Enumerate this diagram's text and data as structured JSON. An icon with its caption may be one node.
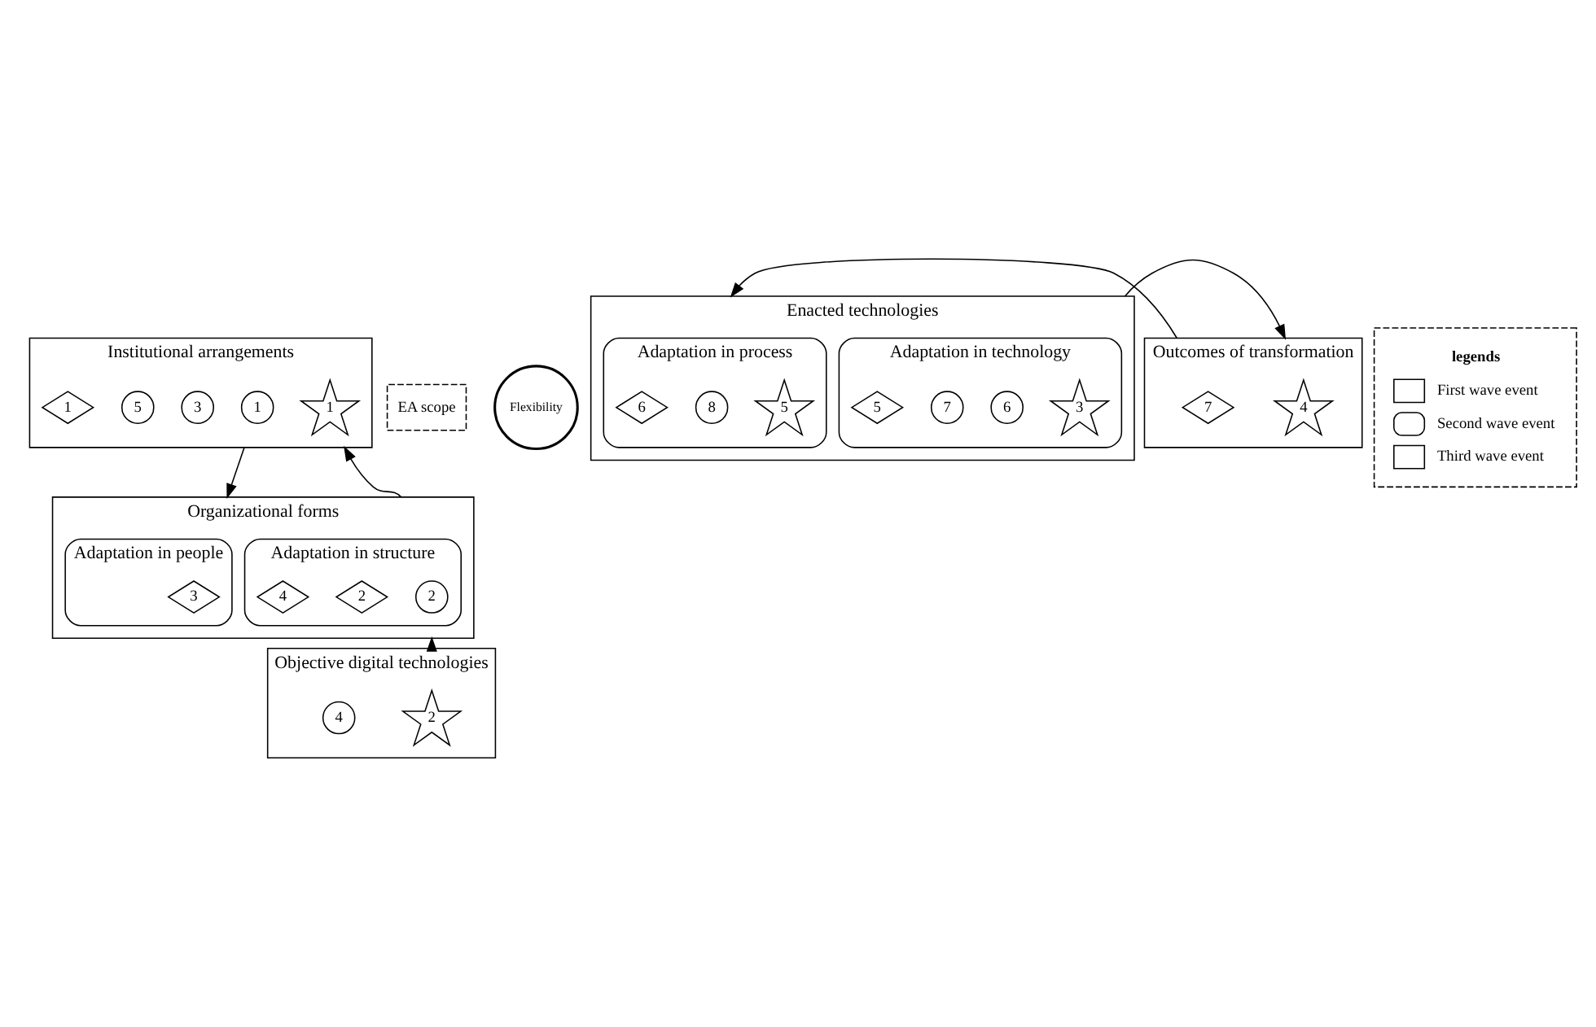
{
  "diagram": {
    "nodes": [
      {
        "text": [
          "Institutional arrangements"
        ]
      },
      {
        "text": [
          "1"
        ],
        "in": 0
      },
      {
        "text": [
          "1"
        ],
        "in": 0
      },
      {
        "text": [
          "3"
        ],
        "in": 0
      },
      {
        "text": [
          "5"
        ],
        "in": 0
      },
      {
        "text": [
          "1"
        ],
        "in": 0
      },
      {
        "text": [
          "EA scope"
        ]
      },
      {
        "text": [
          "Organizational forms"
        ]
      },
      {
        "text": [
          "Adaptation in structure"
        ],
        "in": 7
      },
      {
        "text": [
          "2"
        ],
        "in": 8
      },
      {
        "text": [
          "2"
        ],
        "in": 8
      },
      {
        "text": [
          "4"
        ],
        "in": 8
      },
      {
        "text": [
          "Adaptation in people"
        ],
        "in": 7
      },
      {
        "text": [
          "3"
        ],
        "in": 12
      },
      {
        "text": [
          "Flexibility"
        ]
      },
      {
        "text": [
          "Enacted technologies"
        ]
      },
      {
        "text": [
          "Adaptation in technology"
        ],
        "in": 15
      },
      {
        "text": [
          "3"
        ],
        "in": 16
      },
      {
        "text": [
          "6"
        ],
        "in": 16
      },
      {
        "text": [
          "7"
        ],
        "in": 16
      },
      {
        "text": [
          "5"
        ],
        "in": 16
      },
      {
        "text": [
          "Adaptation in process"
        ],
        "in": 15
      },
      {
        "text": [
          "5"
        ],
        "in": 21
      },
      {
        "text": [
          "8"
        ],
        "in": 21
      },
      {
        "text": [
          "6"
        ],
        "in": 21
      },
      {
        "text": [
          "Outcomes of transformation"
        ]
      },
      {
        "text": [
          "4"
        ],
        "in": 25
      },
      {
        "text": [
          "7"
        ],
        "in": 25
      },
      {
        "text": [
          "Objective digital technologies"
        ]
      },
      {
        "text": [
          "2"
        ],
        "in": 28
      },
      {
        "text": [
          "4"
        ],
        "in": 28
      }
    ],
    "edges": [
      {
        "from": 7,
        "to": 0,
        "arrow": "to"
      },
      {
        "from": 0,
        "to": 7,
        "arrow": "to"
      },
      {
        "from": 15,
        "to": 25,
        "arrow": "to"
      },
      {
        "from": 25,
        "to": 15,
        "arrow": "to"
      },
      {
        "from": 28,
        "to": 7,
        "arrow": "to"
      }
    ],
    "labels": [
      "legends"
    ],
    "legend": [
      {
        "text": "First wave event"
      },
      {
        "text": "Second wave event"
      },
      {
        "text": "Third wave event"
      }
    ]
  }
}
